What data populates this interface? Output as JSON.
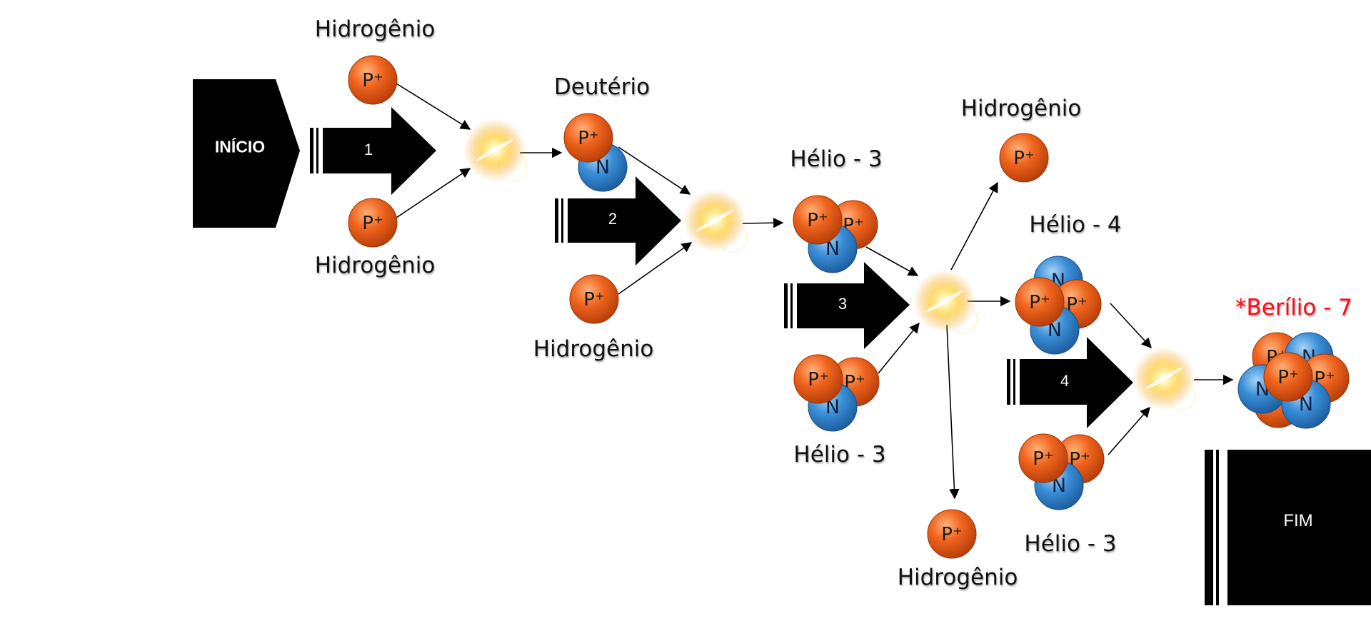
{
  "start": {
    "label": "INÍCIO"
  },
  "end": {
    "label": "FIM"
  },
  "steps": [
    "1",
    "2",
    "3",
    "4"
  ],
  "particles": {
    "proton_symbol": "P⁺",
    "neutron_symbol": "N"
  },
  "labels": {
    "hidrogenio_top": "Hidrogênio",
    "hidrogenio_bottom": "Hidrogênio",
    "deuterio": "Deutério",
    "hidrogenio_step2": "Hidrogênio",
    "helio3_top": "Hélio - 3",
    "helio3_bottom": "Hélio - 3",
    "hidrogenio_out_top": "Hidrogênio",
    "hidrogenio_out_bottom": "Hidrogênio",
    "helio4": "Hélio - 4",
    "helio3_step4": "Hélio - 3",
    "berilio7": "*Berílio - 7"
  },
  "colors": {
    "proton": "#f0641e",
    "neutron": "#3a8fd8",
    "fusion_glow": "#ffd24a",
    "shape_fill": "#000000",
    "highlight_text": "#ff0a16"
  }
}
